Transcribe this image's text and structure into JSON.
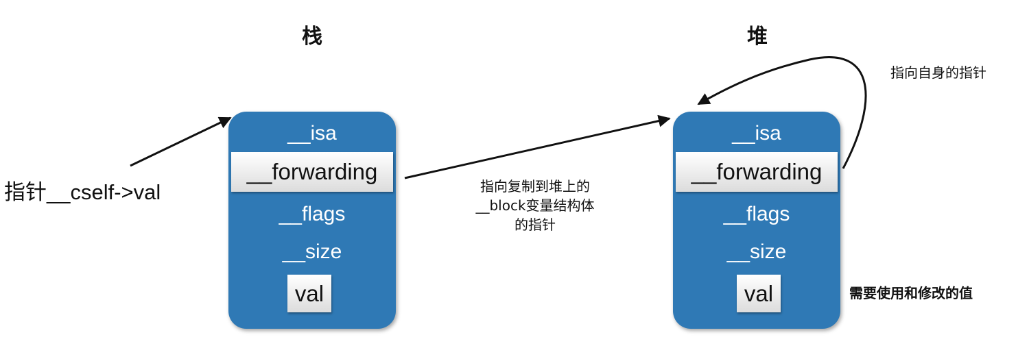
{
  "stack": {
    "title": "栈",
    "fields": {
      "isa": "__isa",
      "forwarding": "__forwarding",
      "flags": "__flags",
      "size": "__size",
      "val": "val"
    }
  },
  "heap": {
    "title": "堆",
    "fields": {
      "isa": "__isa",
      "forwarding": "__forwarding",
      "flags": "__flags",
      "size": "__size",
      "val": "val"
    }
  },
  "labels": {
    "pointer_cself": "指针__cself->val",
    "copy_pointer_line1": "指向复制到堆上的",
    "copy_pointer_line2": "__block变量结构体",
    "copy_pointer_line3": "的指针",
    "self_pointer": "指向自身的指针",
    "val_note": "需要使用和修改的值"
  },
  "colors": {
    "struct_fill": "#2f79b5",
    "field_text": "#ffffff",
    "arrow": "#111111"
  }
}
